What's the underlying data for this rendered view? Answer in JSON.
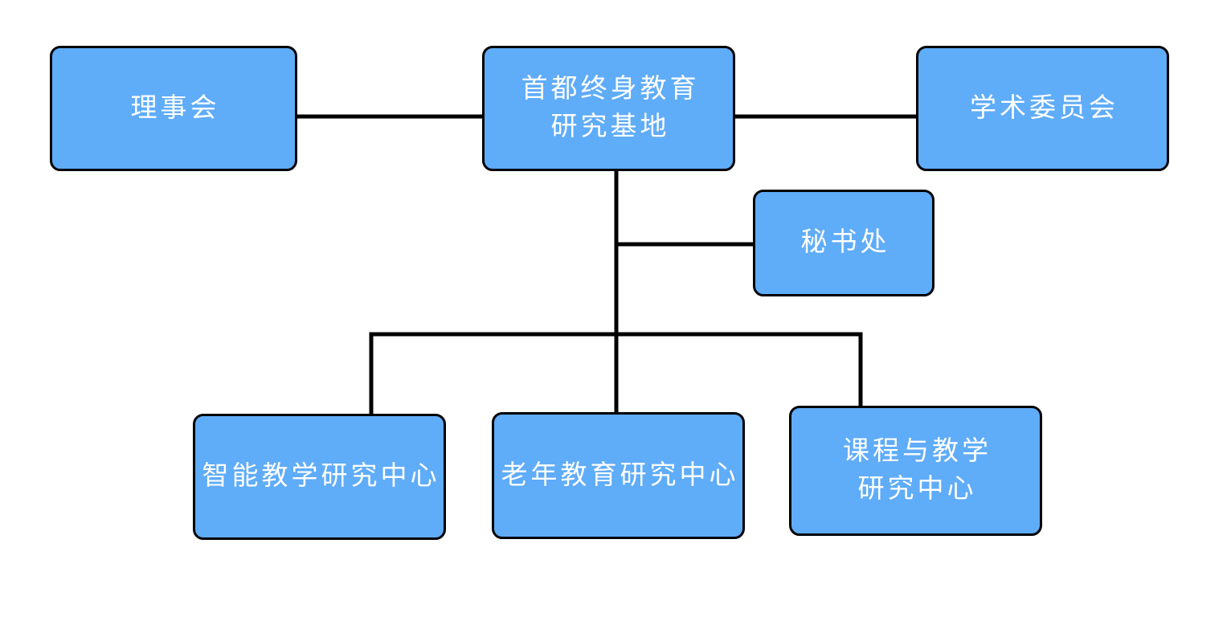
{
  "diagram": {
    "type": "org-chart",
    "colors": {
      "node_fill": "#5FACF9",
      "node_border": "#000000",
      "text_color": "#ffffff",
      "connector": "#000000",
      "page_bg": "#ffffff"
    },
    "nodes": {
      "base": {
        "line1": "首都终身教育",
        "line2": "研究基地"
      },
      "board": {
        "line1": "理事会"
      },
      "academic": {
        "line1": "学术委员会"
      },
      "secretariat": {
        "line1": "秘书处"
      },
      "center_smart": {
        "line1": "智能教学研究中心"
      },
      "center_elderly": {
        "line1": "老年教育研究中心"
      },
      "center_curriculum": {
        "line1": "课程与教学",
        "line2": "研究中心"
      }
    },
    "edges": [
      {
        "from": "board",
        "to": "base"
      },
      {
        "from": "base",
        "to": "academic"
      },
      {
        "from": "base",
        "to": "secretariat"
      },
      {
        "from": "base",
        "to": "center_smart"
      },
      {
        "from": "base",
        "to": "center_elderly"
      },
      {
        "from": "base",
        "to": "center_curriculum"
      }
    ]
  }
}
